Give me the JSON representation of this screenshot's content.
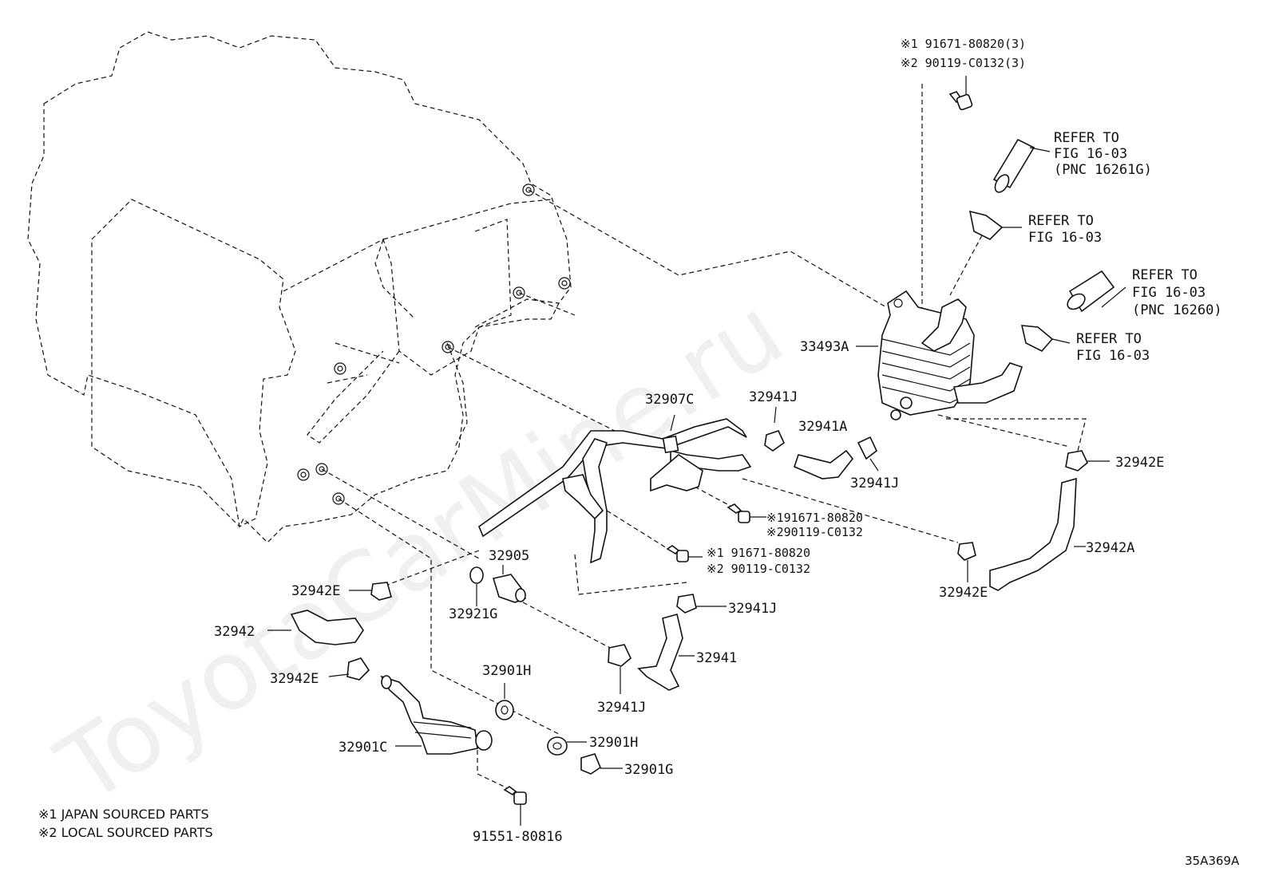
{
  "watermark": "ToyotaCarMine.ru",
  "diagram_code": "35A369A",
  "notes": [
    "※1 JAPAN SOURCED PARTS",
    "※2 LOCAL SOURCED PARTS"
  ],
  "callouts": {
    "top_bolt_1": "※1 91671-80820(3)",
    "top_bolt_2": "※2 90119-C0132(3)",
    "ref1_a": "REFER TO",
    "ref1_b": "FIG 16-03",
    "ref1_c": "(PNC 16261G)",
    "ref2_a": "REFER TO",
    "ref2_b": "FIG 16-03",
    "ref3_a": "REFER TO",
    "ref3_b": "FIG 16-03",
    "ref3_c": "(PNC 16260)",
    "ref4_a": "REFER TO",
    "ref4_b": "FIG 16-03",
    "p33493A": "33493A",
    "p32907C": "32907C",
    "p32941J_a": "32941J",
    "p32941A": "32941A",
    "p32941J_b": "32941J",
    "p32942E_a": "32942E",
    "mid_bolt_1": "※191671-80820",
    "mid_bolt_2": "※290119-C0132",
    "low_bolt_1": "※1 91671-80820",
    "low_bolt_2": "※2 90119-C0132",
    "p32942A": "32942A",
    "p32942E_b": "32942E",
    "p32905": "32905",
    "p32942E_c": "32942E",
    "p32921G": "32921G",
    "p32941J_c": "32941J",
    "p32942": "32942",
    "p32941": "32941",
    "p32942E_d": "32942E",
    "p32901H_a": "32901H",
    "p32941J_d": "32941J",
    "p32901C": "32901C",
    "p32901H_b": "32901H",
    "p32901G": "32901G",
    "p91551": "91551-80816"
  }
}
